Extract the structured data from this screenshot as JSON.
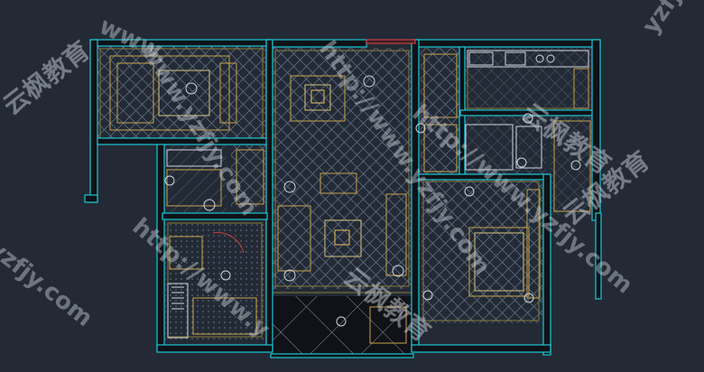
{
  "colors": {
    "background": "#232a35",
    "wall": "#19c8d6",
    "wall_fill": "#101217",
    "hatch": "#5f6f86",
    "furniture": "#c8a24a",
    "furniture_light": "#d7c27a",
    "fixture": "#cfd6de",
    "trim": "#8a7a34",
    "detail": "#b8b8b8",
    "accent_red": "#c84040",
    "watermark": "#c9ced6"
  },
  "watermark": {
    "url_fragments": [
      "www.",
      "yzfjy",
      "http://www.yzfjy.com",
      "www.yzfjy.com",
      "yzfjy.com",
      "http://www.yzfjy.com",
      "http://www.y"
    ],
    "brand_fragments": [
      "云枫教育",
      "云枫教育",
      "云枫教育",
      "云枫教育"
    ]
  }
}
